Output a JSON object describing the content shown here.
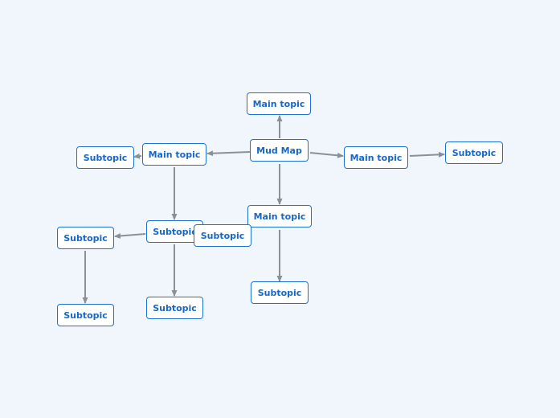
{
  "diagram": {
    "nodes": [
      {
        "id": "root",
        "label": "Mud Map"
      },
      {
        "id": "top",
        "label": "Main topic"
      },
      {
        "id": "left",
        "label": "Main topic"
      },
      {
        "id": "right",
        "label": "Main topic"
      },
      {
        "id": "bottom",
        "label": "Main topic"
      },
      {
        "id": "right-sub",
        "label": "Subtopic"
      },
      {
        "id": "left-sub",
        "label": "Subtopic"
      },
      {
        "id": "left-mid",
        "label": "Subtopic"
      },
      {
        "id": "mid-right",
        "label": "Subtopic"
      },
      {
        "id": "far-left",
        "label": "Subtopic"
      },
      {
        "id": "far-left-sub",
        "label": "Subtopic"
      },
      {
        "id": "mid-sub",
        "label": "Subtopic"
      },
      {
        "id": "bottom-sub",
        "label": "Subtopic"
      }
    ],
    "edges": [
      {
        "from": "root",
        "to": "top"
      },
      {
        "from": "root",
        "to": "left"
      },
      {
        "from": "root",
        "to": "right"
      },
      {
        "from": "root",
        "to": "bottom"
      },
      {
        "from": "right",
        "to": "right-sub"
      },
      {
        "from": "left",
        "to": "left-sub"
      },
      {
        "from": "left",
        "to": "left-mid"
      },
      {
        "from": "left-mid",
        "to": "far-left"
      },
      {
        "from": "left-mid",
        "to": "mid-sub"
      },
      {
        "from": "far-left",
        "to": "far-left-sub"
      },
      {
        "from": "bottom",
        "to": "bottom-sub"
      }
    ],
    "colors": {
      "background": "#f1f6fd",
      "node_border": "#1c72d4",
      "node_text": "#1668c8",
      "edge": "#8a8f98"
    }
  }
}
